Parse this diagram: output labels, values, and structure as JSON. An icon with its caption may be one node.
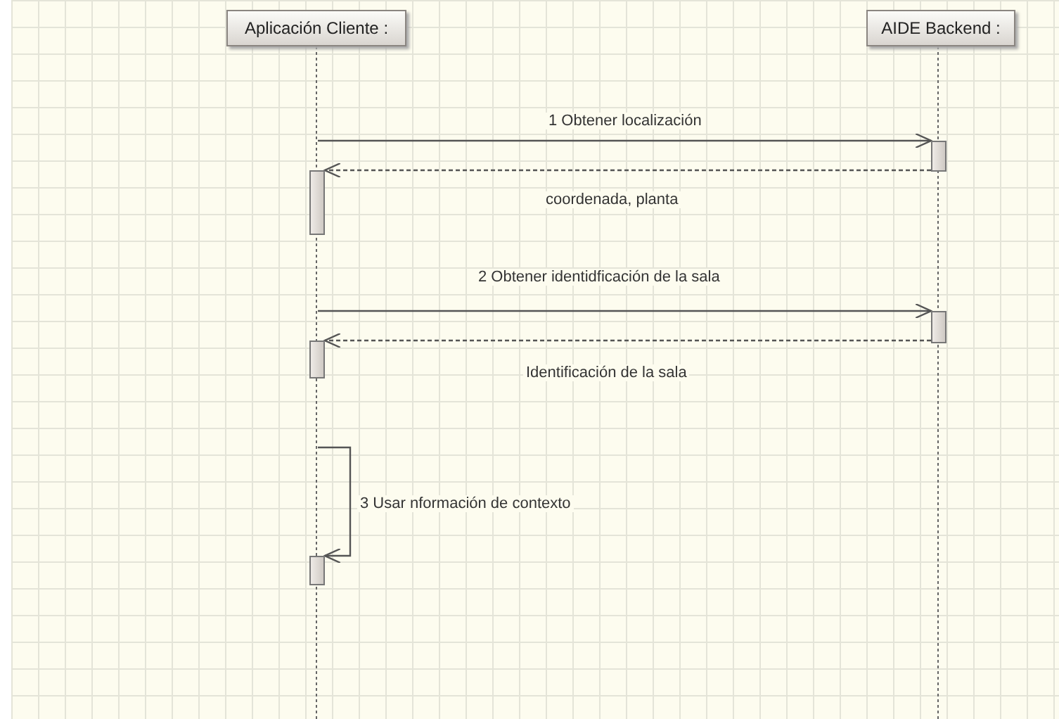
{
  "diagram": {
    "nodes": [
      {
        "text": [
          "Aplicación Cliente :"
        ]
      },
      {
        "text": [
          "AIDE Backend :"
        ]
      },
      {
        "text": [],
        "shape": "bar"
      },
      {
        "text": [],
        "shape": "bar"
      },
      {
        "text": [],
        "shape": "bar"
      },
      {
        "text": [],
        "shape": "bar"
      },
      {
        "text": [],
        "shape": "bar"
      }
    ],
    "edges": [
      {
        "from": null,
        "to": 2,
        "arrow": "to",
        "label": "1 Obtener localización"
      },
      {
        "from": 2,
        "to": 3,
        "arrow": "to",
        "style": "dashed",
        "label": "coordenada, planta"
      },
      {
        "from": null,
        "to": 4,
        "arrow": "to",
        "label": "2 Obtener identidficación de la sala"
      },
      {
        "from": 4,
        "to": 5,
        "arrow": "to",
        "style": "dashed",
        "label": "Identificación de la sala"
      },
      {
        "from": null,
        "to": 6,
        "arrow": "to",
        "label": "3 Usar nformación de contexto"
      }
    ]
  }
}
